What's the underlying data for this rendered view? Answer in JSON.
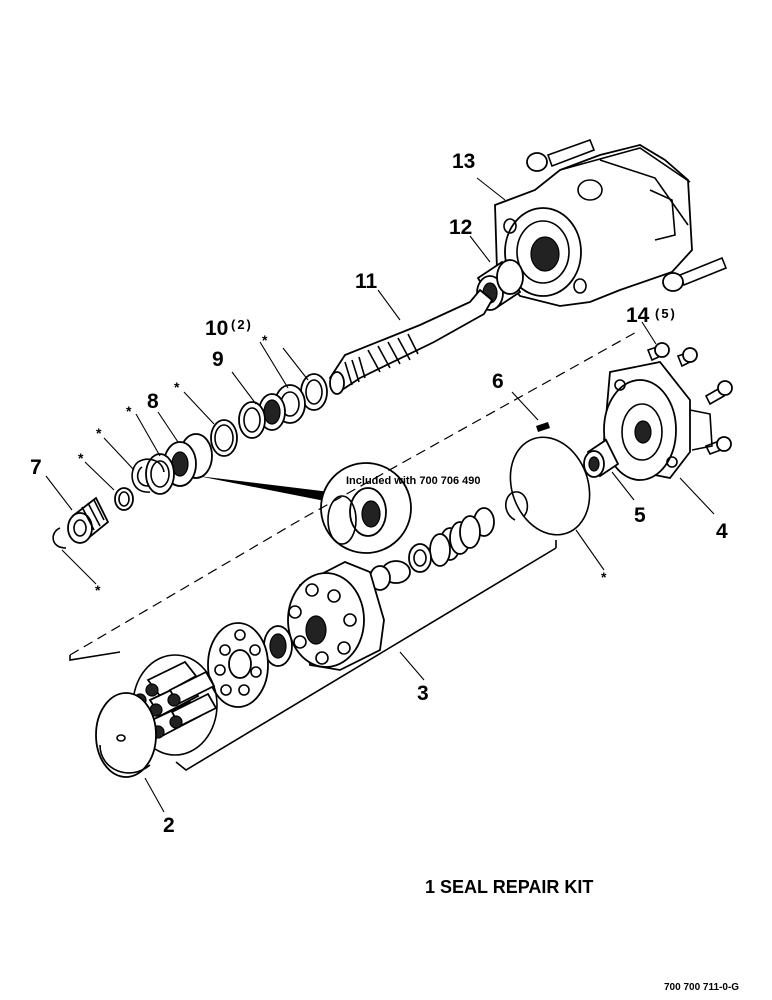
{
  "parts": {
    "p2": "2",
    "p3": "3",
    "p4": "4",
    "p5": "5",
    "p6": "6",
    "p7": "7",
    "p8": "8",
    "p9": "9",
    "p10": "10",
    "p10_qty": "(2)",
    "p11": "11",
    "p12": "12",
    "p13": "13",
    "p14": "14",
    "p14_qty": "(5)"
  },
  "asterisk": "*",
  "callout_note": "Included with 700 706 490",
  "legend": "1 SEAL REPAIR KIT",
  "drawing_number": "700 700 711-0-G"
}
